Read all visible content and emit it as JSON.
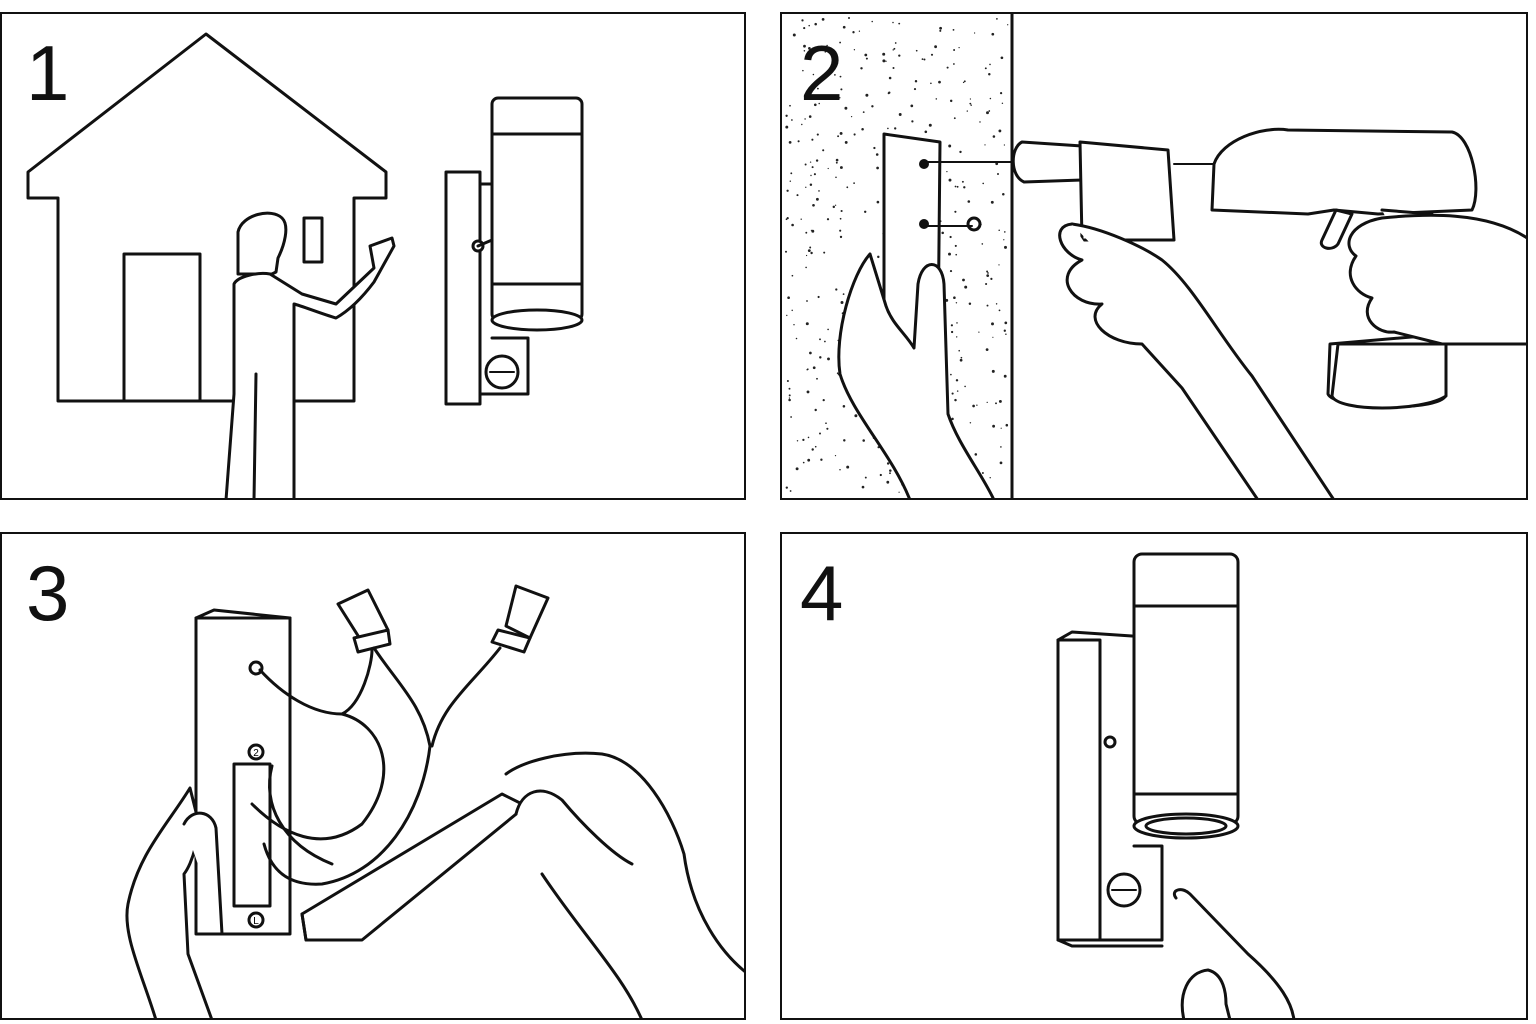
{
  "steps": [
    {
      "number": "1"
    },
    {
      "number": "2"
    },
    {
      "number": "3"
    },
    {
      "number": "4"
    }
  ],
  "terminal_labels": {
    "top": "2",
    "bottom": "L"
  }
}
